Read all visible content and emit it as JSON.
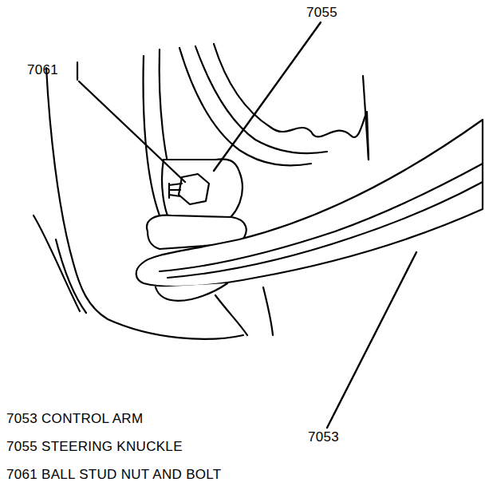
{
  "diagram": {
    "labels": [
      "7061",
      "7055",
      "7053",
      "7053 CONTROL ARM",
      "7055 STEERING KNUCKLE",
      "7061 BALL STUD NUT AND BOLT"
    ]
  }
}
